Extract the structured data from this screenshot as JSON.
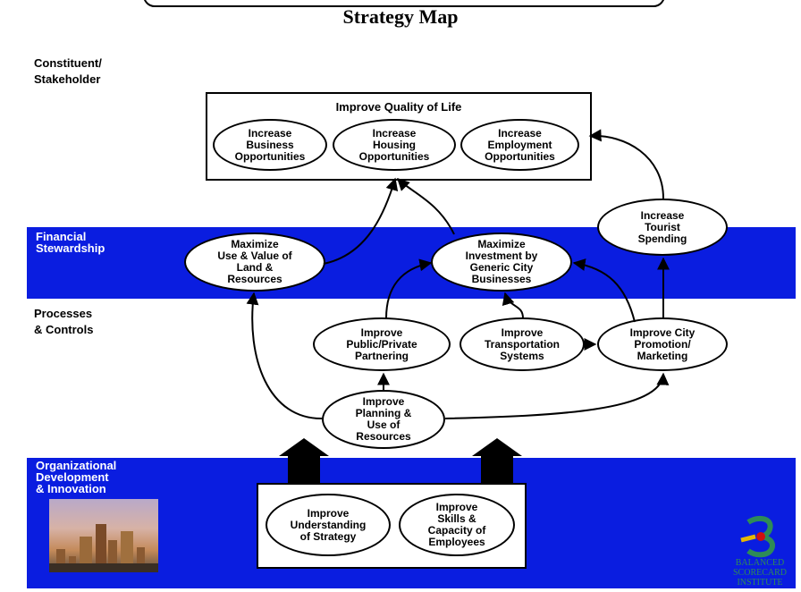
{
  "title": "Strategy Map",
  "layers": {
    "constituent": "Constituent/\nStakeholder",
    "financial": "Financial\nStewardship",
    "processes": "Processes\n& Controls",
    "organizational": "Organizational\nDevelopment\n& Innovation"
  },
  "quality_box": {
    "title": "Improve Quality of Life",
    "items": [
      "Increase\nBusiness\nOpportunities",
      "Increase\nHousing\nOpportunities",
      "Increase\nEmployment\nOpportunities"
    ]
  },
  "financial_nodes": {
    "maximize_land": "Maximize\nUse & Value of\nLand &\nResources",
    "maximize_investment": "Maximize\nInvestment by\nGeneric City\nBusinesses",
    "tourist": "Increase\nTourist\nSpending"
  },
  "process_nodes": {
    "partnering": "Improve\nPublic/Private\nPartnering",
    "transportation": "Improve\nTransportation\nSystems",
    "promotion": "Improve City\nPromotion/\nMarketing",
    "planning": "Improve\nPlanning &\nUse of\nResources"
  },
  "org_nodes": {
    "understanding": "Improve\nUnderstanding\nof Strategy",
    "skills": "Improve\nSkills &\nCapacity of\nEmployees"
  },
  "logo": {
    "text": "BALANCED\nSCORECARD\nINSTITUTE",
    "icon": "balanced-scorecard-logo-icon"
  },
  "photo": {
    "icon": "city-skyline-photo"
  },
  "colors": {
    "band": "#0a1de0",
    "logo": "#2e8b57"
  }
}
